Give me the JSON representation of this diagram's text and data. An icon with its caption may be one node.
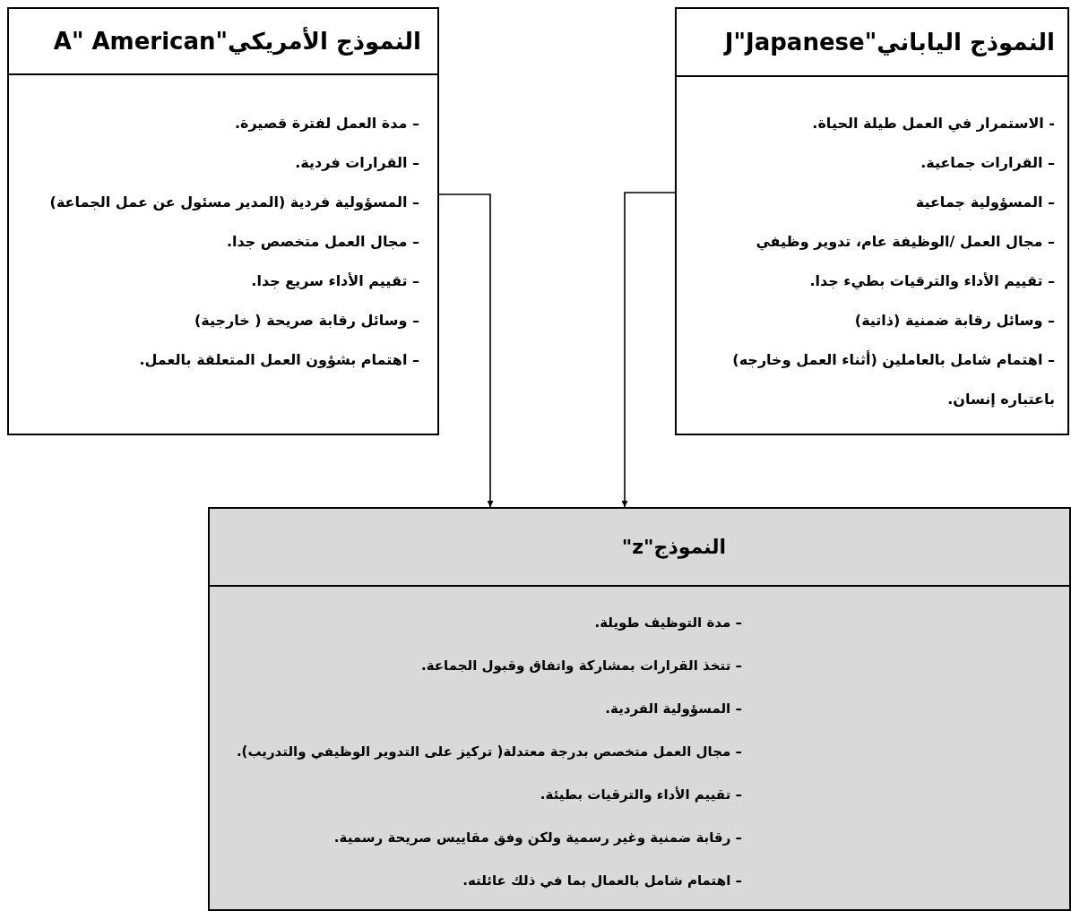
{
  "diagram": {
    "nodes": [
      {
        "text": [
          "النموذج الأمريكي\"A\" American",
          "– مدة العمل لفترة قصيرة.",
          "– القرارات فردية.",
          "– المسؤولية فردية (المدير مسئول عن عمل الجماعة)",
          "– مجال العمل متخصص جدا.",
          "– تقييم الأداء  سريع جدا.",
          "– وسائل رقابة صريحة ( خارجية)",
          "– اهتمام بشؤون العمل المتعلقة بالعمل."
        ]
      },
      {
        "text": [
          "النموذج الياباني\"J\"Japanese",
          "- الاستمرار في العمل طيلة الحياة.",
          "– القرارات جماعية.",
          "– المسؤولية جماعية",
          "– مجال العمل /الوظيفة عام، تدوير وظيفي",
          "– تقييم الأداء والترقيات بطيء جدا.",
          "–  وسائل رقابة ضمنية (ذاتية)",
          "– اهتمام شامل بالعاملين (أثناء العمل وخارجه) باعتباره إنسان."
        ]
      },
      {
        "text": [
          "النموذج\"z\"",
          "– مدة التوظيف طويلة.",
          "– تتخذ القرارات بمشاركة واتفاق وقبول الجماعة.",
          "– المسؤولية الفردية.",
          "– مجال العمل متخصص بدرجة معتدلة( تركيز على التدوير الوظيفي والتدريب).",
          "– تقييم الأداء والترقيات بطيئة.",
          "– رقابة ضمنية وغير رسمية  ولكن وفق مقاييس صريحة رسمية.",
          "– اهتمام شامل بالعمال بما في ذلك عائلته."
        ]
      }
    ],
    "edges": [
      {
        "from": 0,
        "to": 2,
        "arrow": "to"
      },
      {
        "from": 1,
        "to": 2,
        "arrow": "to"
      }
    ]
  }
}
